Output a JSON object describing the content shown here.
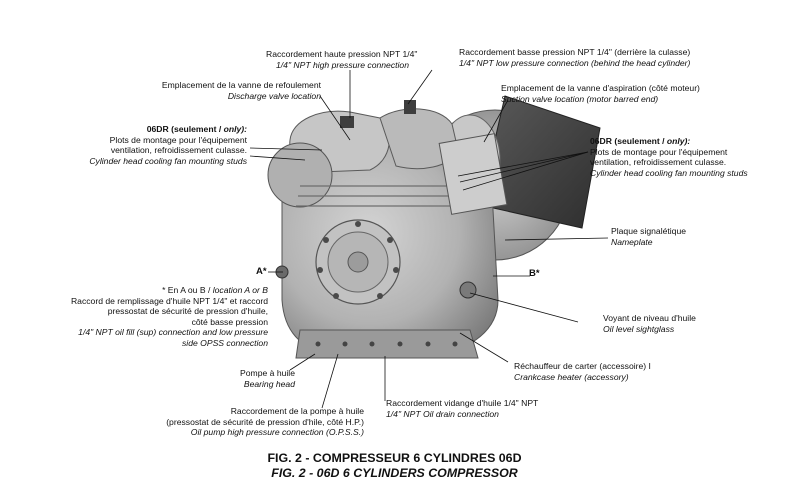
{
  "labels": {
    "high_pressure": {
      "fr": "Raccordement haute pression NPT 1/4\"",
      "en": "1/4\" NPT high pressure connection"
    },
    "low_pressure": {
      "fr": "Raccordement basse pression NPT 1/4\" (derrière la culasse)",
      "en": "1/4\" NPT low pressure connection (behind the head cylinder)"
    },
    "discharge_valve": {
      "fr": "Emplacement de la vanne de refoulement",
      "en": "Discharge valve location"
    },
    "suction_valve": {
      "fr": "Emplacement de la vanne d'aspiration (côté moteur)",
      "en": "Suction valve location (motor barred end)"
    },
    "studs_left": {
      "title_bold": "06DR (seulement / ",
      "title_italic": "only):",
      "fr1": "Plots de montage pour l'équipement",
      "fr2": "ventilation, refroidissement culasse.",
      "en": "Cylinder head cooling fan mounting studs"
    },
    "studs_right": {
      "title_bold": "06DR (seulement / ",
      "title_italic": "only):",
      "fr1": "Plots de montage pour l'équipement",
      "fr2": "ventilation, refroidissement culasse.",
      "en": "Cylinder head cooling fan mounting studs"
    },
    "nameplate": {
      "fr": "Plaque signalétique",
      "en": "Nameplate"
    },
    "oil_fill": {
      "marker_a": "A*",
      "loc_prefix": "*       En A ou B / ",
      "loc_en": "location A or B",
      "fr1": "Raccord de remplissage d'huile NPT 1/4\" et raccord",
      "fr2": "pressostat de sécurité de pression d'huile,",
      "fr3": "côté basse pression",
      "en1": "1/4\" NPT oil fill (sup) connection and low pressure",
      "en2": "side OPSS connection"
    },
    "marker_b": "B*",
    "sightglass": {
      "fr": "Voyant de niveau d'huile",
      "en": "Oil level sightglass"
    },
    "heater": {
      "fr": "Réchauffeur de carter (accessoire) I",
      "en": "Crankcase heater (accessory)"
    },
    "pump": {
      "fr": "Pompe à huile",
      "en": "Bearing head"
    },
    "drain": {
      "fr": "Raccordement vidange d'huile 1/4\" NPT",
      "en": "1/4\" NPT Oil drain connection"
    },
    "pump_conn": {
      "fr1": "Raccordement de la pompe à huile",
      "fr2": "(pressostat de sécurité de pression d'hile, côté H.P.)",
      "en": "Oil pump high pressure connection (O.P.S.S.)"
    }
  },
  "caption": {
    "fr": "FIG. 2 - COMPRESSEUR 6 CYLINDRES 06D",
    "en": "FIG. 2 - 06D 6 CYLINDERS COMPRESSOR"
  },
  "colors": {
    "body": "#bdbdbd",
    "dark": "#4a4a4a",
    "mid": "#8c8c8c",
    "light": "#dedede",
    "line": "#111111"
  }
}
